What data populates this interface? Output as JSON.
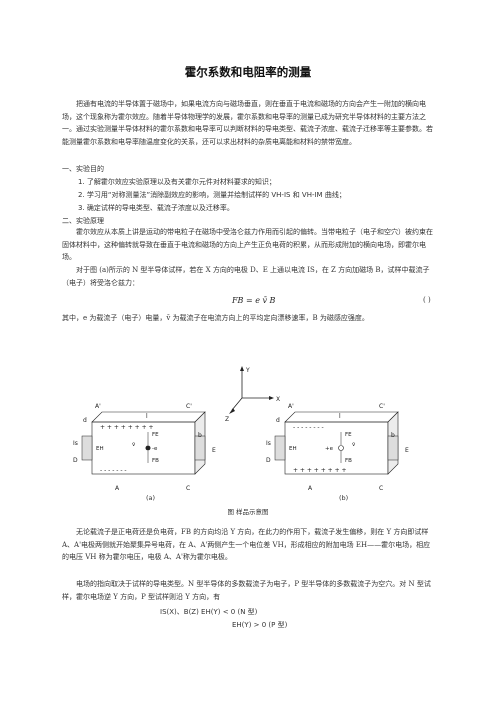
{
  "title": "霍尔系数和电阻率的测量",
  "intro": "把通有电流的半导体置于磁场中，如果电流方向与磁场垂直，则在垂直于电流和磁场的方向会产生一附加的横向电场，这个现象称为霍尔效应。随着半导体物理学的发展，霍尔系数和电导率的测量已成为研究半导体材料的主要方法之一。通过实验测量半导体材料的霍尔系数和电导率可以判断材料的导电类型、载流子浓度、载流子迁移率等主要参数。若能测量霍尔系数和电导率随温度变化的关系，还可以求出材料的杂质电离能和材料的禁带宽度。",
  "section1": "一、实验目的",
  "goals": [
    "1. 了解霍尔效应实验原理以及有关霍尔元件对材料要求的知识；",
    "2. 学习用“对称测量法”消除副效应的影响，测量并绘制试样的 VH-IS 和 VH-IM 曲线；",
    "3. 确定试样的导电类型、载流子浓度以及迁移率。"
  ],
  "section2": "二、实验原理",
  "principle": "霍尔效应从本质上讲是运动的带电粒子在磁场中受洛仑兹力作用而引起的偏转。当带电粒子（电子和空穴）被约束在固体材料中，这种偏转就导致在垂直于电流和磁场的方向上产生正负电荷的积累，从而形成附加的横向电场，即霍尔电场。",
  "figure_intro": "对于图 (a)所示的 N 型半导体试样，若在 X 方向的电极 D、E 上通以电流 IS，在 Z 方向加磁场 B，试样中载流子（电子）将受洛仑兹力：",
  "formula": "FB = e v̄ B",
  "eq_number": "( )",
  "after_formula": "其中，e 为载流子（电子）电量，v̄ 为载流子在电流方向上的平均定向漂移速率，B 为磁感应强度。",
  "figure": {
    "axes": {
      "x": "X",
      "y": "Y",
      "z": "Z"
    },
    "a": {
      "corners": [
        "A'",
        "C'",
        "A",
        "C"
      ],
      "electrodes": [
        "D",
        "E"
      ],
      "dims": [
        "l",
        "d",
        "b"
      ],
      "labels": [
        "Is",
        "EH",
        "FE",
        "FB",
        "v̄",
        "-e"
      ],
      "top_charges": "+ + + + + + + +",
      "bottom_charges": "- - - - - - -",
      "sub_caption": "(a)"
    },
    "b": {
      "corners": [
        "A'",
        "C'",
        "A",
        "C"
      ],
      "electrodes": [
        "D",
        "E"
      ],
      "dims": [
        "l",
        "d",
        "b"
      ],
      "labels": [
        "Is",
        "EH",
        "FE",
        "FB",
        "v̄",
        "+e"
      ],
      "top_charges": "- - - - - - - -",
      "bottom_charges": "+ + + + + + + +",
      "sub_caption": "(b)"
    },
    "caption": "图    样品示意图"
  },
  "para_force": "无论载流子是正电荷还是负电荷，FB 的方向均沿 Y 方向，在此力的作用下，载流子发生偏移，则在 Y 方向即试样 A、A'电极两侧就开始聚集异号电荷，在 A、A'两侧产生一个电位差 VH，形成相应的附加电场 EH——霍尔电场，相应的电压 VH 称为霍尔电压，电极 A、A'称为霍尔电极。",
  "para_direction": "电场的指向取决于试样的导电类型。N 型半导体的多数载流子为电子，P 型半导体的多数载流子为空穴。对 N 型试样，霍尔电场逆 Y 方向，P 型试样则沿 Y 方向，有",
  "relation_1": "IS(X)、B(Z)     EH(Y) < 0    (N 型)",
  "relation_2": "EH(Y) > 0    (P 型)"
}
